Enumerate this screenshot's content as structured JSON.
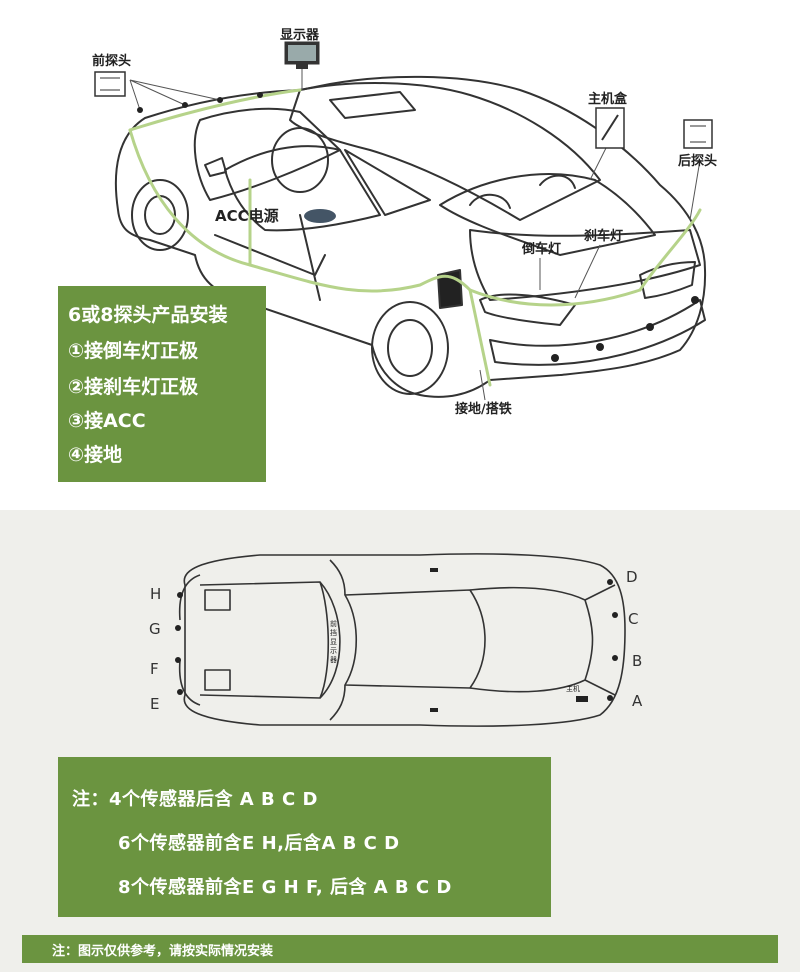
{
  "labels": {
    "front_sensor": "前探头",
    "display": "显示器",
    "main_box": "主机盒",
    "rear_sensor": "后探头",
    "acc_power": "ACC电源",
    "reverse_light": "倒车灯",
    "brake_light": "刹车灯",
    "ground": "接地/搭铁"
  },
  "install_box": {
    "title": "6或8探头产品安装",
    "steps": [
      "①接倒车灯正极",
      "②接刹车灯正极",
      "③接ACC",
      "④接地"
    ]
  },
  "topview": {
    "left_letters": [
      "H",
      "G",
      "F",
      "E"
    ],
    "right_letters": [
      "D",
      "C",
      "B",
      "A"
    ],
    "display_mark": "前挡显示器",
    "main_mark": "主机"
  },
  "note_box": {
    "line1": "注：4个传感器后含 A B C D",
    "line2": "6个传感器前含E H,后含A B C D",
    "line3": "8个传感器前含E G H F, 后含 A B C D"
  },
  "footer": {
    "text": "注：图示仅供参考，请按实际情况安装"
  },
  "colors": {
    "green": "#6b9440",
    "wire": "#b6d38a"
  }
}
